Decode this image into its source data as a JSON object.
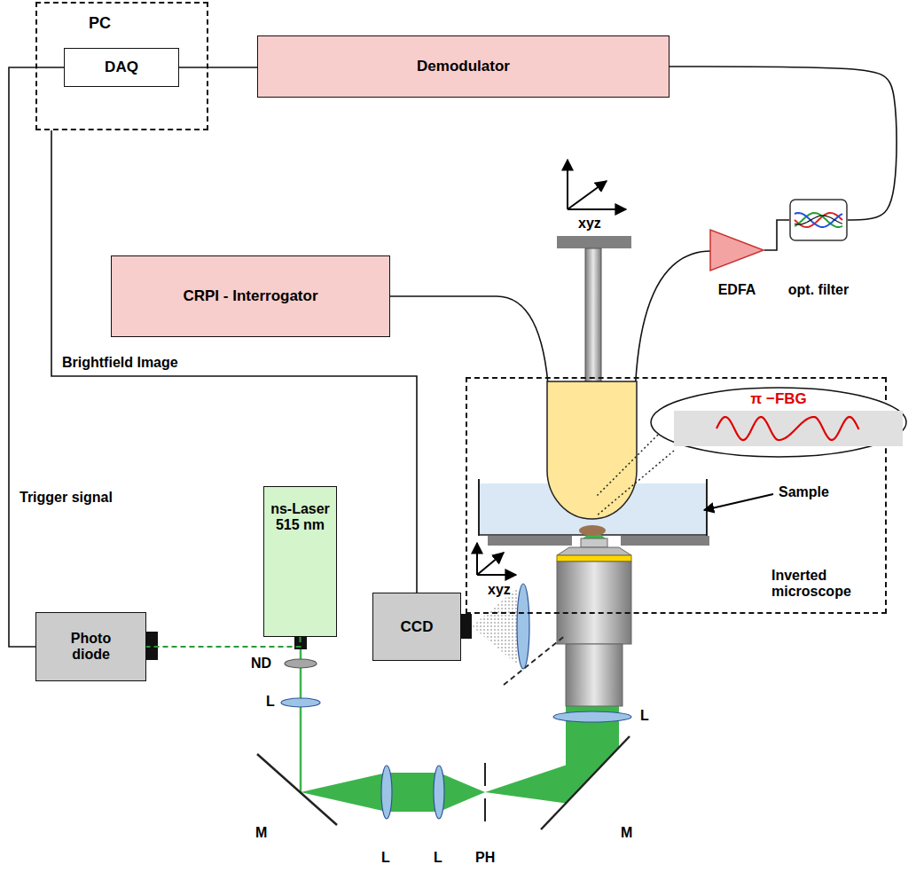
{
  "diagram": {
    "nodes": [
      {
        "text": [
          "PC"
        ]
      },
      {
        "text": [
          "DAQ"
        ],
        "in": 0
      },
      {
        "text": [
          "Demodulator"
        ]
      },
      {
        "text": [
          "CRPI - Interrogator"
        ]
      },
      {
        "text": [
          "EDFA"
        ]
      },
      {
        "text": [
          "opt. filter"
        ]
      },
      {
        "text": [
          "Inverted microscope"
        ]
      },
      {
        "text": [
          "π −FBG"
        ]
      },
      {
        "text": [
          "ns-Laser 515 nm"
        ]
      },
      {
        "text": [
          "Photo diode"
        ]
      },
      {
        "text": [
          "CCD"
        ]
      }
    ],
    "edges": [
      {
        "from": 1,
        "to": 2,
        "arrow": "none"
      },
      {
        "from": 2,
        "to": 5,
        "arrow": "none"
      },
      {
        "from": 5,
        "to": 4,
        "arrow": "none"
      },
      {
        "from": 0,
        "to": 10,
        "label": "Brightfield Image",
        "arrow": "none"
      },
      {
        "from": 1,
        "to": 9,
        "label": "Trigger signal",
        "arrow": "none"
      },
      {
        "from": 8,
        "to": 9,
        "arrow": "none"
      }
    ],
    "labels": [
      "xyz",
      "Sample",
      "xyz",
      "ND",
      "L",
      "L",
      "M",
      "M",
      "L",
      "L",
      "PH"
    ]
  }
}
